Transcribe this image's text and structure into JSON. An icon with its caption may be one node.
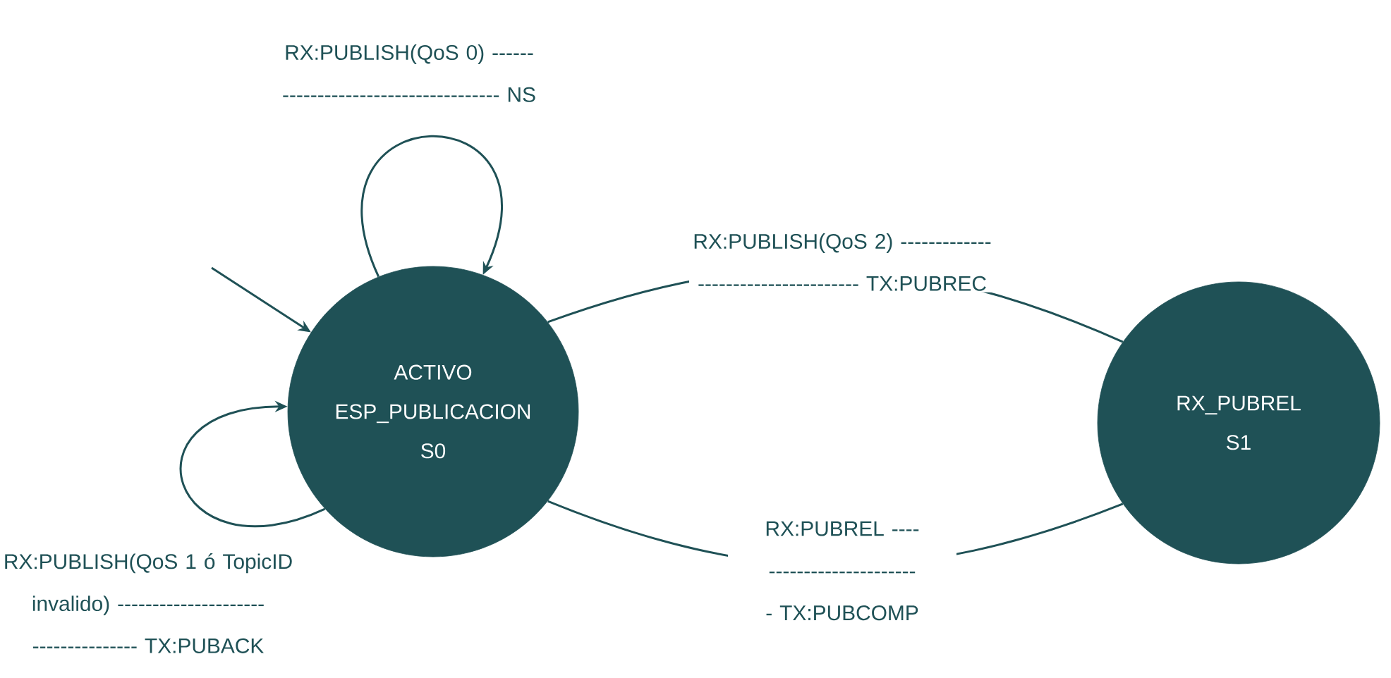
{
  "diagram": {
    "nodes": [
      {
        "text": [
          "ACTIVO ESP_PUBLICACION S0"
        ]
      },
      {
        "text": [
          "RX_PUBREL S1"
        ]
      }
    ],
    "edges": [
      {
        "from": null,
        "to": 0,
        "arrow": "to"
      },
      {
        "from": 0,
        "to": 0,
        "arrow": "to",
        "label": "RX:PUBLISH(QoS 0) ------------------------------------- NS"
      },
      {
        "from": 0,
        "to": 0,
        "arrow": "to",
        "label": "RX:PUBLISH(QoS 1 ó TopicID invalido) ------------------------------------ TX:PUBACK"
      },
      {
        "from": 0,
        "to": 1,
        "arrow": "none",
        "label": "RX:PUBLISH(QoS 2) ------------------------------------ TX:PUBREC"
      },
      {
        "from": 0,
        "to": 1,
        "arrow": "none",
        "label": "RX:PUBREL -------------------------- TX:PUBCOMP"
      }
    ]
  }
}
